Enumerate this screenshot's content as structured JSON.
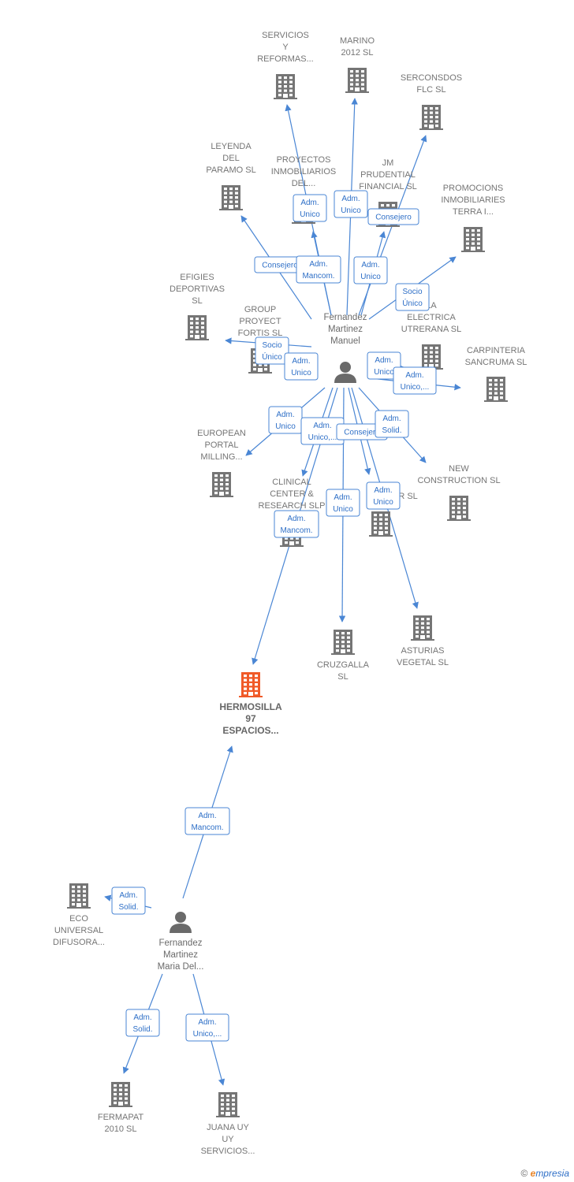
{
  "companies": [
    {
      "id": "servicios",
      "lines": [
        "SERVICIOS",
        "Y",
        "REFORMAS..."
      ]
    },
    {
      "id": "marino",
      "lines": [
        "MARINO",
        "2012 SL"
      ]
    },
    {
      "id": "sercondos",
      "lines": [
        "SERCONSDOS",
        "FLC SL"
      ]
    },
    {
      "id": "leyenda",
      "lines": [
        "LEYENDA",
        "DEL",
        "PARAMO  SL"
      ]
    },
    {
      "id": "proyectos",
      "lines": [
        "PROYECTOS",
        "INMOBILIARIOS",
        "DEL..."
      ]
    },
    {
      "id": "jm",
      "lines": [
        "JM",
        "PRUDENTIAL",
        "FINANCIAL  SL"
      ]
    },
    {
      "id": "promocions",
      "lines": [
        "PROMOCIONS",
        "INMOBILIARIES",
        "TERRA I..."
      ]
    },
    {
      "id": "efigies",
      "lines": [
        "EFIGIES",
        "DEPORTIVAS",
        "SL"
      ]
    },
    {
      "id": "group",
      "lines": [
        "GROUP",
        "PROYECT",
        "FORTIS  SL"
      ]
    },
    {
      "id": "electrica",
      "lines": [
        "LA",
        "ELECTRICA",
        "UTRERANA SL"
      ]
    },
    {
      "id": "carpinteria",
      "lines": [
        "CARPINTERIA",
        "SANCRUMA  SL"
      ]
    },
    {
      "id": "european",
      "lines": [
        "EUROPEAN",
        "PORTAL",
        "MILLING..."
      ]
    },
    {
      "id": "clinical",
      "lines": [
        "CLINICAL",
        "CENTER &",
        "RESEARCH SLP"
      ]
    },
    {
      "id": "vacar",
      "lines": [
        "VACAR SL"
      ]
    },
    {
      "id": "newcon",
      "lines": [
        "NEW",
        "CONSTRUCTION SL"
      ]
    },
    {
      "id": "cruzgalla",
      "lines": [
        "CRUZGALLA",
        "SL"
      ]
    },
    {
      "id": "asturias",
      "lines": [
        "ASTURIAS",
        "VEGETAL  SL"
      ]
    },
    {
      "id": "hermosilla",
      "lines": [
        "HERMOSILLA",
        "97",
        "ESPACIOS..."
      ],
      "main": true
    },
    {
      "id": "eco",
      "lines": [
        "ECO",
        "UNIVERSAL",
        "DIFUSORA..."
      ]
    },
    {
      "id": "fermapat",
      "lines": [
        "FERMAPAT",
        "2010 SL"
      ]
    },
    {
      "id": "juana",
      "lines": [
        "JUANA UY",
        "UY",
        "SERVICIOS..."
      ]
    }
  ],
  "persons": [
    {
      "id": "p1",
      "lines": [
        "Fernandez",
        "Martinez",
        "Manuel"
      ]
    },
    {
      "id": "p2",
      "lines": [
        "Fernandez",
        "Martinez",
        "Maria Del..."
      ]
    }
  ],
  "edges": [
    {
      "from": "p1",
      "to": "servicios",
      "role": [
        "Adm.",
        "Unico"
      ]
    },
    {
      "from": "p1",
      "to": "marino",
      "role": [
        "Adm.",
        "Unico"
      ]
    },
    {
      "from": "p1",
      "to": "sercondos",
      "role": [
        "Consejero"
      ]
    },
    {
      "from": "p1",
      "to": "leyenda",
      "role": [
        "Consejero"
      ]
    },
    {
      "from": "p1",
      "to": "proyectos",
      "role": [
        "Adm.",
        "Mancom."
      ]
    },
    {
      "from": "p1",
      "to": "jm",
      "role": [
        "Adm.",
        "Unico"
      ]
    },
    {
      "from": "p1",
      "to": "promocions",
      "role": [
        "Socio",
        "Único"
      ]
    },
    {
      "from": "p1",
      "to": "group",
      "role": [
        "Socio",
        "Único"
      ]
    },
    {
      "from": "p1",
      "to": "group",
      "role": [
        "Adm.",
        "Unico"
      ]
    },
    {
      "from": "p1",
      "to": "electrica",
      "role": [
        "Adm.",
        "Unico"
      ]
    },
    {
      "from": "p1",
      "to": "carpinteria",
      "role": [
        "Adm.",
        "Unico,..."
      ]
    },
    {
      "from": "p1",
      "to": "european",
      "role": [
        "Adm.",
        "Unico"
      ]
    },
    {
      "from": "p1",
      "to": "clinical",
      "role": [
        "Adm.",
        "Unico,..."
      ]
    },
    {
      "from": "p1",
      "to": "vacar",
      "role": [
        "Consejero"
      ]
    },
    {
      "from": "p1",
      "to": "newcon",
      "role": [
        "Adm.",
        "Solid."
      ]
    },
    {
      "from": "p1",
      "to": "hermosilla",
      "role": [
        "Adm.",
        "Mancom."
      ]
    },
    {
      "from": "p1",
      "to": "cruzgalla",
      "role": [
        "Adm.",
        "Unico"
      ]
    },
    {
      "from": "p1",
      "to": "asturias",
      "role": [
        "Adm.",
        "Unico"
      ]
    },
    {
      "from": "p2",
      "to": "hermosilla",
      "role": [
        "Adm.",
        "Mancom."
      ]
    },
    {
      "from": "p2",
      "to": "eco",
      "role": [
        "Adm.",
        "Solid."
      ]
    },
    {
      "from": "p2",
      "to": "fermapat",
      "role": [
        "Adm.",
        "Solid."
      ]
    },
    {
      "from": "p2",
      "to": "juana",
      "role": [
        "Adm.",
        "Unico,..."
      ]
    }
  ],
  "colors": {
    "edge": "#4a86d4",
    "building": "#757575",
    "main_building": "#f05a28",
    "person": "#6a6a6a"
  },
  "icons": {
    "company": "building-icon",
    "person": "person-icon"
  },
  "footer": {
    "copyright": "©",
    "brand_e": "e",
    "brand_rest": "mpresia"
  }
}
